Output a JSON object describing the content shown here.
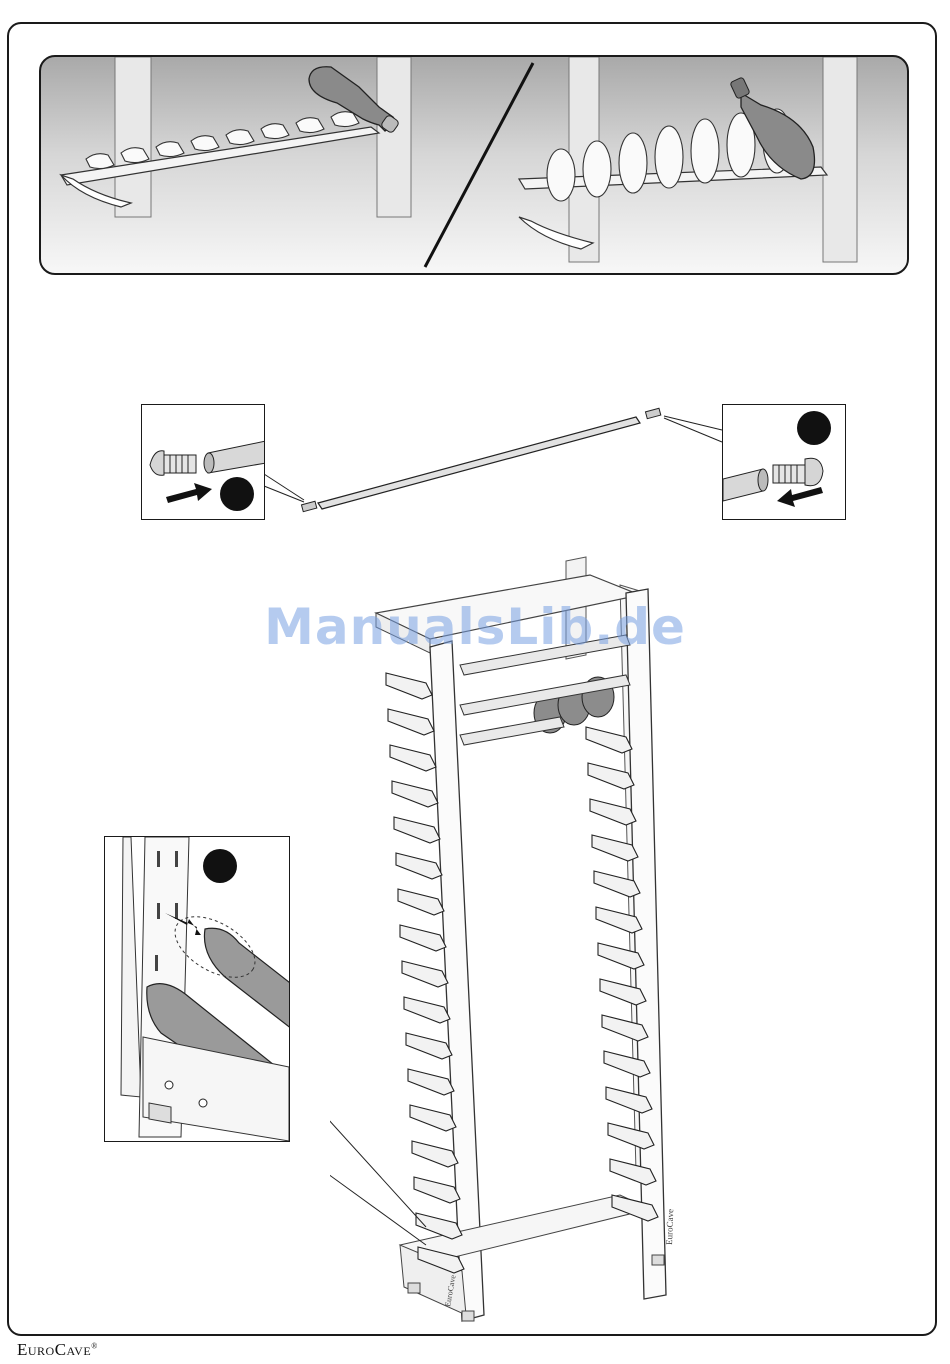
{
  "watermark": {
    "text": "ManualsLib.de"
  },
  "brand": {
    "name": "EuroCave",
    "mark": "®"
  },
  "rack": {
    "side_label": "EuroCave",
    "base_label": "EuroCave"
  },
  "colors": {
    "line": "#1a1a1a",
    "panel_gray": "#b8b8b8",
    "watermark": "#8fb0e6",
    "badge": "#111111"
  }
}
